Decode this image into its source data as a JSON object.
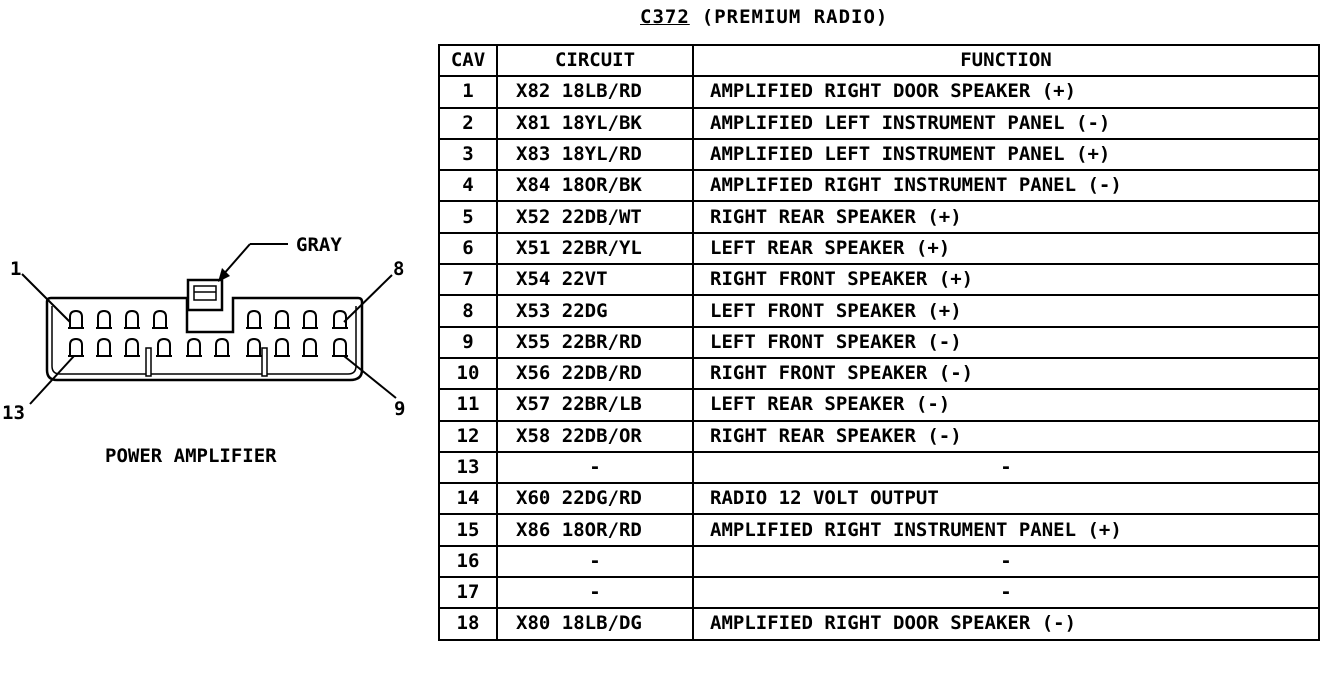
{
  "header": {
    "connector": "C372",
    "description": "(PREMIUM RADIO)"
  },
  "diagram": {
    "color_label": "GRAY",
    "component_label": "POWER AMPLIFIER",
    "pin_labels": {
      "top_left": "1",
      "top_right": "8",
      "bottom_left": "13",
      "bottom_right": "9"
    }
  },
  "table": {
    "headers": {
      "cav": "CAV",
      "circuit": "CIRCUIT",
      "function": "FUNCTION"
    },
    "rows": [
      {
        "cav": "1",
        "circuit": "X82  18LB/RD",
        "function": "AMPLIFIED RIGHT DOOR SPEAKER (+)"
      },
      {
        "cav": "2",
        "circuit": "X81  18YL/BK",
        "function": "AMPLIFIED LEFT INSTRUMENT PANEL (-)"
      },
      {
        "cav": "3",
        "circuit": "X83  18YL/RD",
        "function": "AMPLIFIED LEFT INSTRUMENT PANEL (+)"
      },
      {
        "cav": "4",
        "circuit": "X84  18OR/BK",
        "function": "AMPLIFIED RIGHT INSTRUMENT PANEL (-)"
      },
      {
        "cav": "5",
        "circuit": "X52  22DB/WT",
        "function": "RIGHT REAR SPEAKER (+)"
      },
      {
        "cav": "6",
        "circuit": "X51  22BR/YL",
        "function": "LEFT REAR SPEAKER (+)"
      },
      {
        "cav": "7",
        "circuit": "X54  22VT",
        "function": "RIGHT FRONT SPEAKER (+)"
      },
      {
        "cav": "8",
        "circuit": "X53  22DG",
        "function": "LEFT FRONT SPEAKER (+)"
      },
      {
        "cav": "9",
        "circuit": "X55  22BR/RD",
        "function": "LEFT FRONT SPEAKER (-)"
      },
      {
        "cav": "10",
        "circuit": "X56  22DB/RD",
        "function": "RIGHT FRONT SPEAKER (-)"
      },
      {
        "cav": "11",
        "circuit": "X57  22BR/LB",
        "function": "LEFT REAR SPEAKER (-)"
      },
      {
        "cav": "12",
        "circuit": "X58  22DB/OR",
        "function": "RIGHT REAR SPEAKER (-)"
      },
      {
        "cav": "13",
        "circuit": "-",
        "function": "-"
      },
      {
        "cav": "14",
        "circuit": "X60  22DG/RD",
        "function": "RADIO 12 VOLT OUTPUT"
      },
      {
        "cav": "15",
        "circuit": "X86  18OR/RD",
        "function": "AMPLIFIED RIGHT INSTRUMENT PANEL (+)"
      },
      {
        "cav": "16",
        "circuit": "-",
        "function": "-"
      },
      {
        "cav": "17",
        "circuit": "-",
        "function": "-"
      },
      {
        "cav": "18",
        "circuit": "X80  18LB/DG",
        "function": "AMPLIFIED RIGHT DOOR SPEAKER (-)"
      }
    ]
  }
}
